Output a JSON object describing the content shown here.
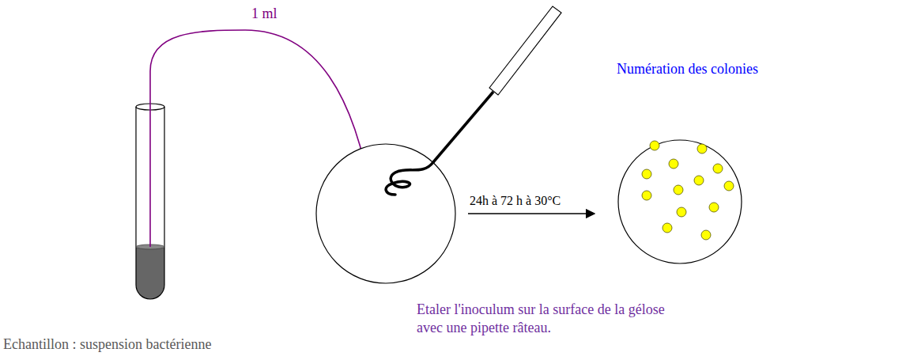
{
  "diagram": {
    "labels": [
      "1 ml",
      "24h à 72 h à 30°C",
      "Numération des colonies",
      "Etaler l'inoculum sur la surface de la gélose avec une pipette râteau.",
      "Echantillon : suspension bactérienne"
    ]
  }
}
